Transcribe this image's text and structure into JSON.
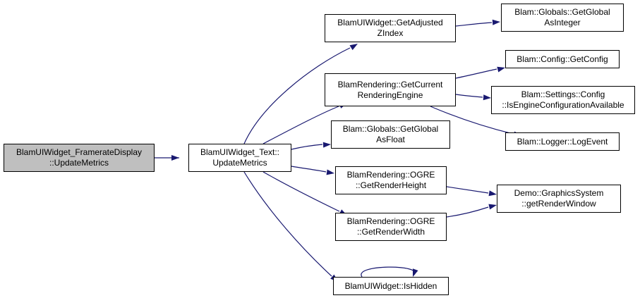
{
  "colors": {
    "edge": "#191970",
    "node_border": "#000000",
    "root_fill": "#bfbfbf",
    "node_fill": "#ffffff"
  },
  "nodes": {
    "n0": {
      "lines": [
        "BlamUIWidget_FramerateDisplay",
        "::UpdateMetrics"
      ],
      "highlighted": true
    },
    "n1": {
      "lines": [
        "BlamUIWidget_Text::",
        "UpdateMetrics"
      ]
    },
    "n2": {
      "lines": [
        "BlamUIWidget::GetAdjusted",
        "ZIndex"
      ]
    },
    "n3": {
      "lines": [
        "Blam::Globals::GetGlobal",
        "AsInteger"
      ]
    },
    "n4": {
      "lines": [
        "BlamRendering::GetCurrent",
        "RenderingEngine"
      ]
    },
    "n5": {
      "lines": [
        "Blam::Config::GetConfig"
      ]
    },
    "n6": {
      "lines": [
        "Blam::Settings::Config",
        "::IsEngineConfigurationAvailable"
      ]
    },
    "n7": {
      "lines": [
        "Blam::Logger::LogEvent"
      ]
    },
    "n8": {
      "lines": [
        "Blam::Globals::GetGlobal",
        "AsFloat"
      ]
    },
    "n9": {
      "lines": [
        "BlamRendering::OGRE",
        "::GetRenderHeight"
      ]
    },
    "n10": {
      "lines": [
        "Demo::GraphicsSystem",
        "::getRenderWindow"
      ]
    },
    "n11": {
      "lines": [
        "BlamRendering::OGRE",
        "::GetRenderWidth"
      ]
    },
    "n12": {
      "lines": [
        "BlamUIWidget::IsHidden"
      ]
    }
  },
  "edges": [
    [
      "n0",
      "n1"
    ],
    [
      "n1",
      "n2"
    ],
    [
      "n1",
      "n4"
    ],
    [
      "n1",
      "n8"
    ],
    [
      "n1",
      "n9"
    ],
    [
      "n1",
      "n11"
    ],
    [
      "n1",
      "n12"
    ],
    [
      "n2",
      "n3"
    ],
    [
      "n4",
      "n5"
    ],
    [
      "n4",
      "n6"
    ],
    [
      "n4",
      "n7"
    ],
    [
      "n9",
      "n10"
    ],
    [
      "n11",
      "n10"
    ],
    [
      "n12",
      "n12"
    ]
  ]
}
